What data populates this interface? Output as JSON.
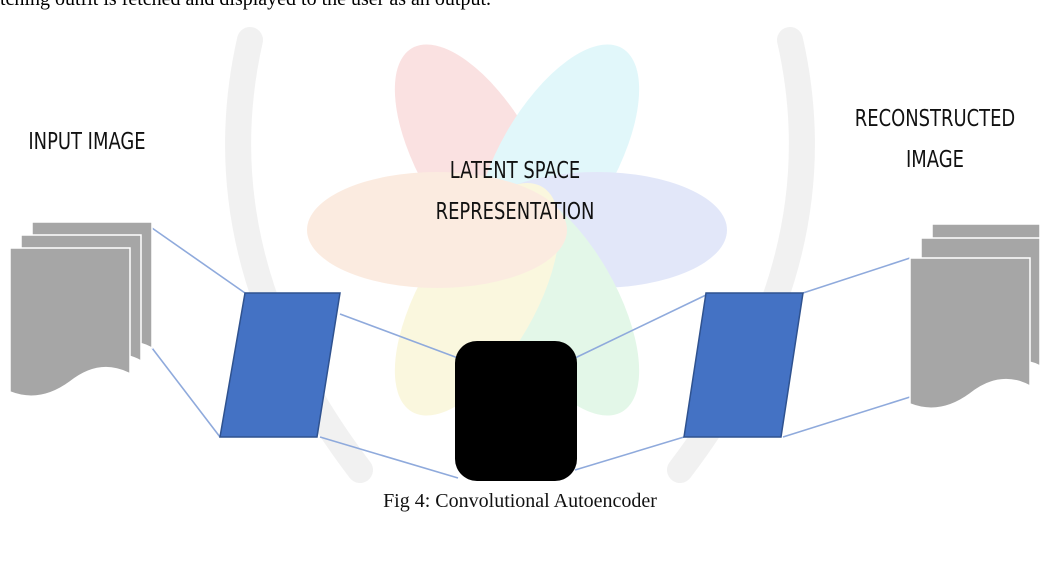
{
  "intro_text": "tching outfit is fetched and displayed to the user as an output.",
  "diagram": {
    "input_label": "INPUT IMAGE",
    "latent_label_line1": "LATENT SPACE",
    "latent_label_line2": "REPRESENTATION",
    "output_label_line1": "RECONSTRUCTED",
    "output_label_line2": "IMAGE",
    "colors": {
      "encoder_block": "#4472c4",
      "latent_block": "#000000",
      "image_stack": "#a6a6a6",
      "connector_line": "#8faadc"
    }
  },
  "caption": "Fig 4: Convolutional Autoencoder"
}
